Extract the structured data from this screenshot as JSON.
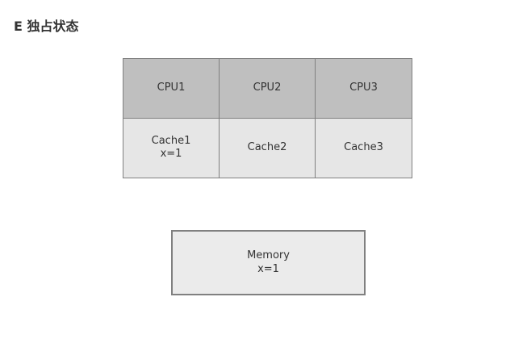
{
  "title": "E 独占状态",
  "cpus": [
    "CPU1",
    "CPU2",
    "CPU3"
  ],
  "caches": [
    {
      "name": "Cache1",
      "value": "x=1"
    },
    {
      "name": "Cache2",
      "value": ""
    },
    {
      "name": "Cache3",
      "value": ""
    }
  ],
  "memory": {
    "name": "Memory",
    "value": "x=1"
  },
  "colors": {
    "cpu_fill": "#bfbfbf",
    "cache_fill": "#e6e6e6",
    "memory_fill": "#ebebeb",
    "border": "#808080",
    "text": "#333333"
  }
}
